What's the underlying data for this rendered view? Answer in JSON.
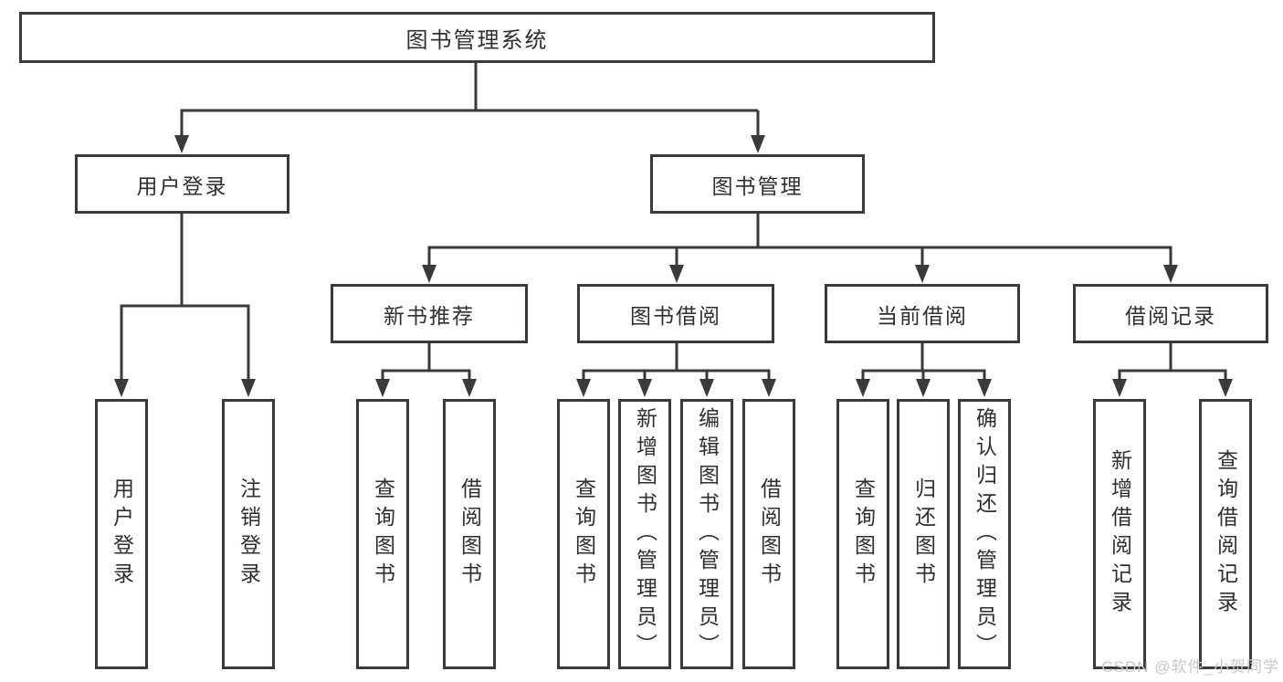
{
  "nodes": {
    "root": "图书管理系统",
    "level1": [
      "用户登录",
      "图书管理"
    ],
    "level2": [
      "新书推荐",
      "图书借阅",
      "当前借阅",
      "借阅记录"
    ],
    "login_children": [
      "用户登录",
      "注销登录"
    ],
    "newbook_children": [
      "查询图书",
      "借阅图书"
    ],
    "borrow_children": [
      "查询图书",
      "新增图书（管理员）",
      "编辑图书（管理员）",
      "借阅图书"
    ],
    "current_children": [
      "查询图书",
      "归还图书",
      "确认归还（管理员）"
    ],
    "record_children": [
      "新增借阅记录",
      "查询借阅记录"
    ]
  },
  "watermark": "CSDN @软件_小贺同学",
  "colors": {
    "line": "#3a3a3a",
    "text": "#2f2f2f",
    "watermark": "#c8c8c8",
    "background": "#ffffff"
  }
}
